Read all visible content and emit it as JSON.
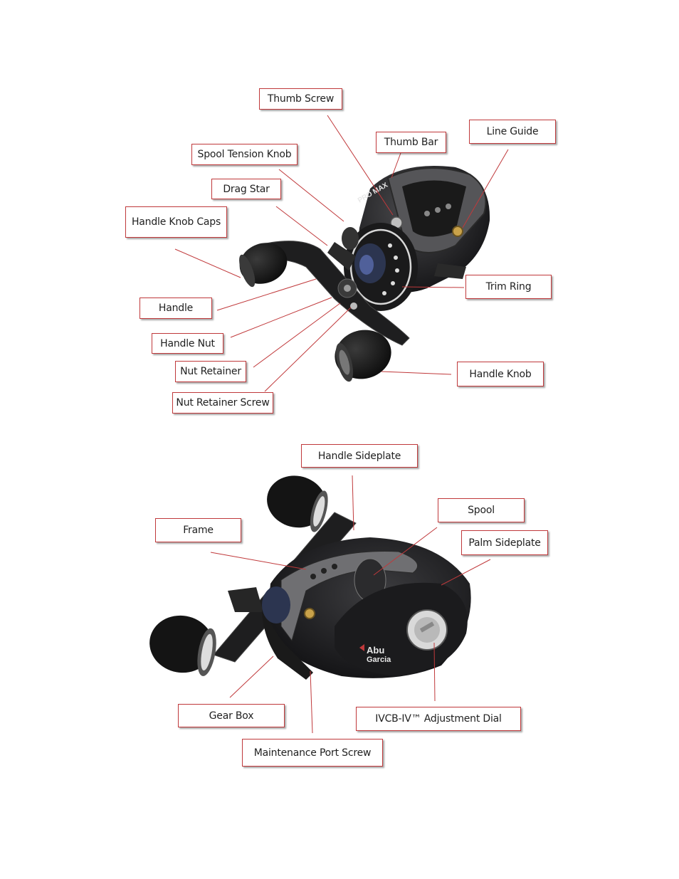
{
  "diagram_top": {
    "labels": {
      "thumb_screw": "Thumb Screw",
      "thumb_bar": "Thumb Bar",
      "line_guide": "Line Guide",
      "spool_tension_knob": "Spool Tension Knob",
      "drag_star": "Drag Star",
      "handle_knob_caps": "Handle Knob Caps",
      "trim_ring": "Trim Ring",
      "handle": "Handle",
      "handle_nut": "Handle Nut",
      "nut_retainer": "Nut Retainer",
      "nut_retainer_screw": "Nut Retainer Screw",
      "handle_knob": "Handle Knob"
    }
  },
  "diagram_bottom": {
    "labels": {
      "handle_sideplate": "Handle Sideplate",
      "spool": "Spool",
      "frame": "Frame",
      "palm_sideplate": "Palm Sideplate",
      "gear_box": "Gear Box",
      "adjustment_dial": "IVCB-IV™ Adjustment Dial",
      "maintenance_port_screw": "Maintenance Port Screw"
    },
    "brand_text": [
      "Abu",
      "Garcia"
    ]
  },
  "colors": {
    "callout_border": "#c0393b",
    "leader_line": "#c0393b",
    "reel_body": "#1c1c1e",
    "reel_accent": "#7a7a7c"
  }
}
